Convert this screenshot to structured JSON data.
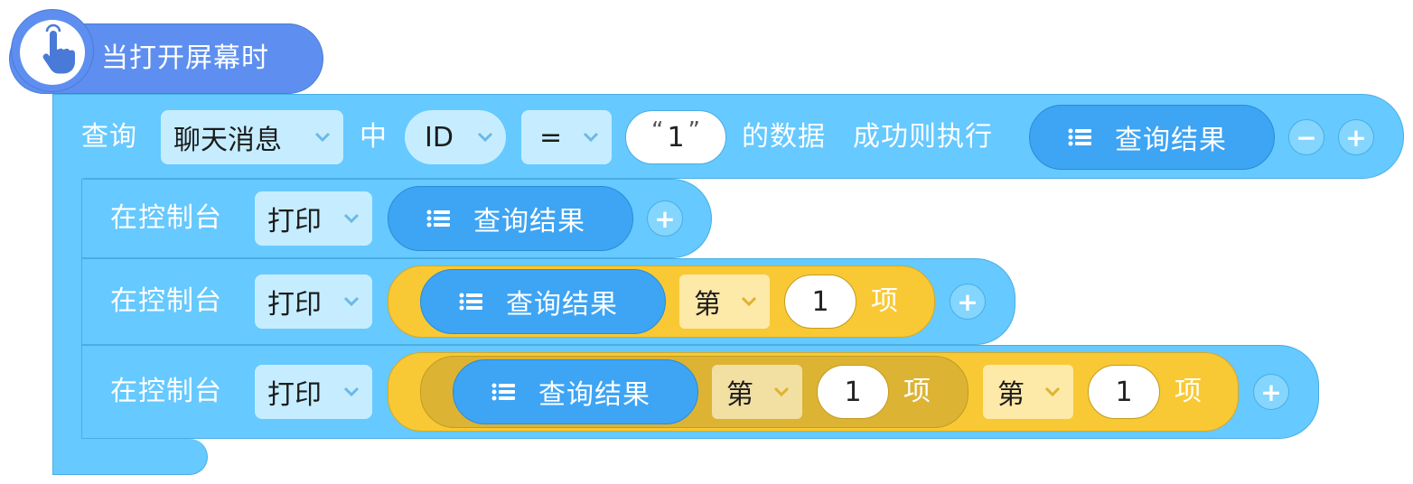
{
  "event": {
    "label": "当打开屏幕时",
    "icon": "hand-pointer-icon"
  },
  "query": {
    "prefix": "查询",
    "table": "聊天消息",
    "in_label": "中",
    "field": "ID",
    "operator": "=",
    "value": "1",
    "quote_open": "“",
    "quote_close": "”",
    "data_label": "的数据",
    "success_label": "成功则执行",
    "result_var": "查询结果",
    "remove_label": "−",
    "add_label": "+"
  },
  "statements": [
    {
      "label": "在控制台",
      "action": "打印",
      "var": "查询结果",
      "add_label": "+"
    },
    {
      "label": "在控制台",
      "action": "打印",
      "var": "查询结果",
      "index_label": "第",
      "index_value": "1",
      "item_label": "项",
      "add_label": "+"
    },
    {
      "label": "在控制台",
      "action": "打印",
      "var": "查询结果",
      "inner": {
        "index_label": "第",
        "index_value": "1",
        "item_label": "项"
      },
      "outer": {
        "index_label": "第",
        "index_value": "1",
        "item_label": "项"
      },
      "add_label": "+"
    }
  ],
  "colors": {
    "event": "#5e8ff0",
    "control": "#66c9ff",
    "variable": "#3ea4f4",
    "list": "#f8c935"
  }
}
